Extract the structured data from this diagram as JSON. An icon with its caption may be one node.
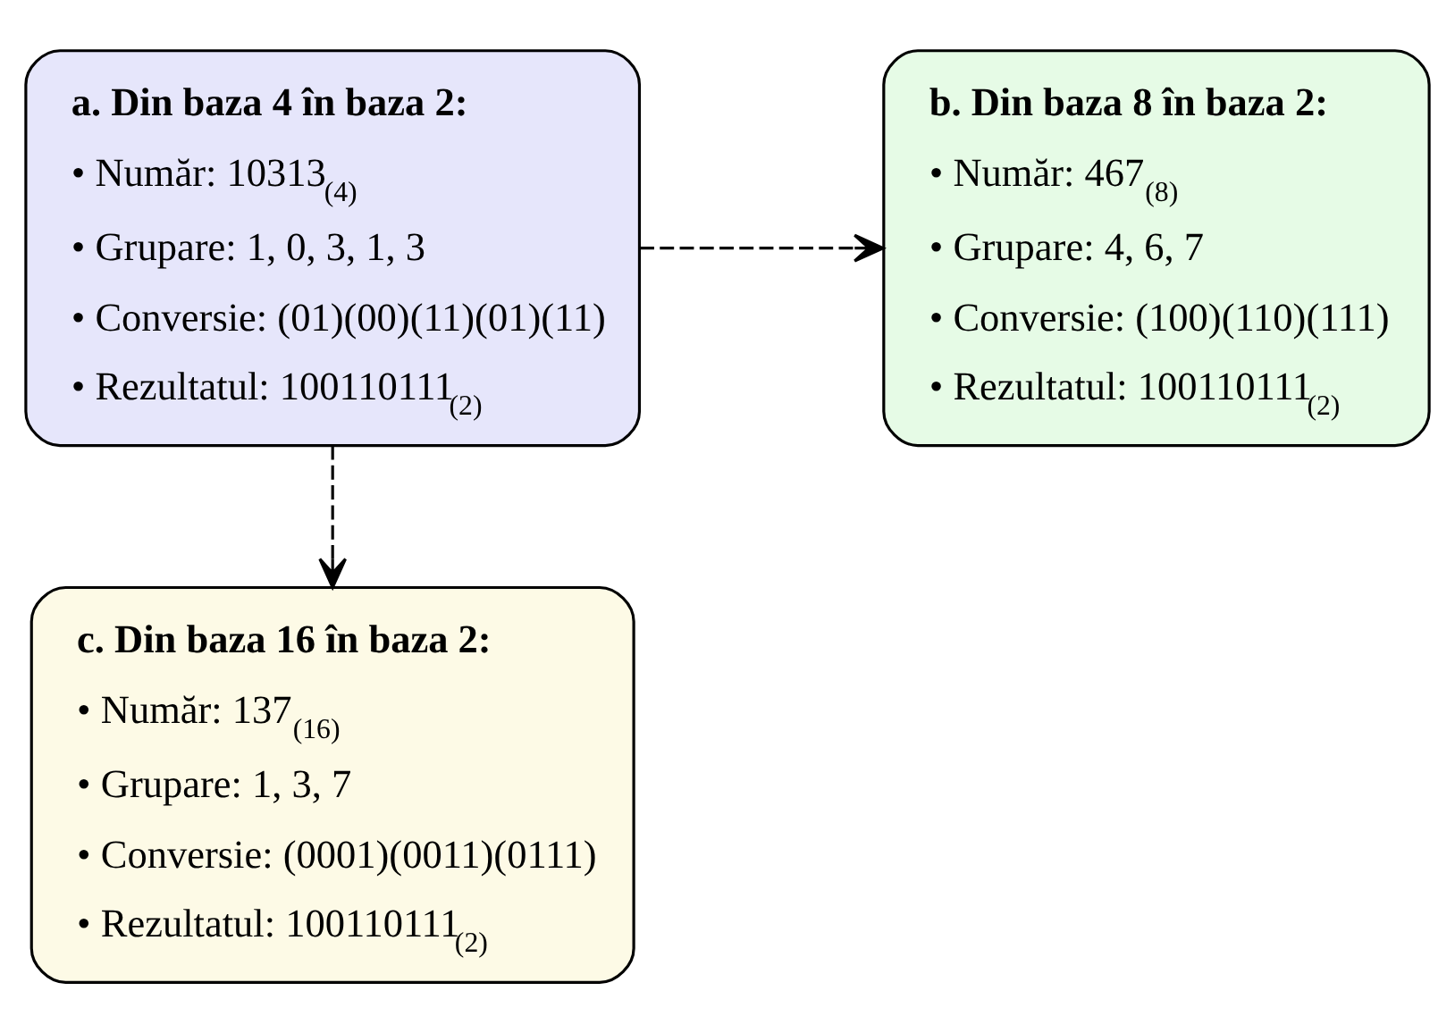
{
  "diagram": {
    "nodes": [
      {
        "text": [
          "a. Din baza 4 în baza 2:",
          "• Număr: 10313$_{(4)}$",
          "• Grupare: 1, 0, 3, 1, 3",
          "• Conversie: (01)(00)(11)(01)(11)",
          "• Rezultatul: 100110111$_{(2)}$"
        ]
      },
      {
        "text": [
          "b. Din baza 8 în baza 2:",
          "• Număr: 467$_{(8)}$",
          "• Grupare: 4, 6, 7",
          "• Conversie: (100)(110)(111)",
          "• Rezultatul: 100110111$_{(2)}$"
        ]
      },
      {
        "text": [
          "c. Din baza 16 în baza 2:",
          "• Număr: 137$_{(16)}$",
          "• Grupare: 1, 3, 7",
          "• Conversie: (0001)(0011)(0111)",
          "• Rezultatul: 100110111$_{(2)}$"
        ]
      }
    ],
    "edges": [
      {
        "from": 0,
        "to": 1,
        "arrow": "to",
        "style": "dashed"
      },
      {
        "from": 0,
        "to": 2,
        "arrow": "to",
        "style": "dashed"
      }
    ]
  }
}
